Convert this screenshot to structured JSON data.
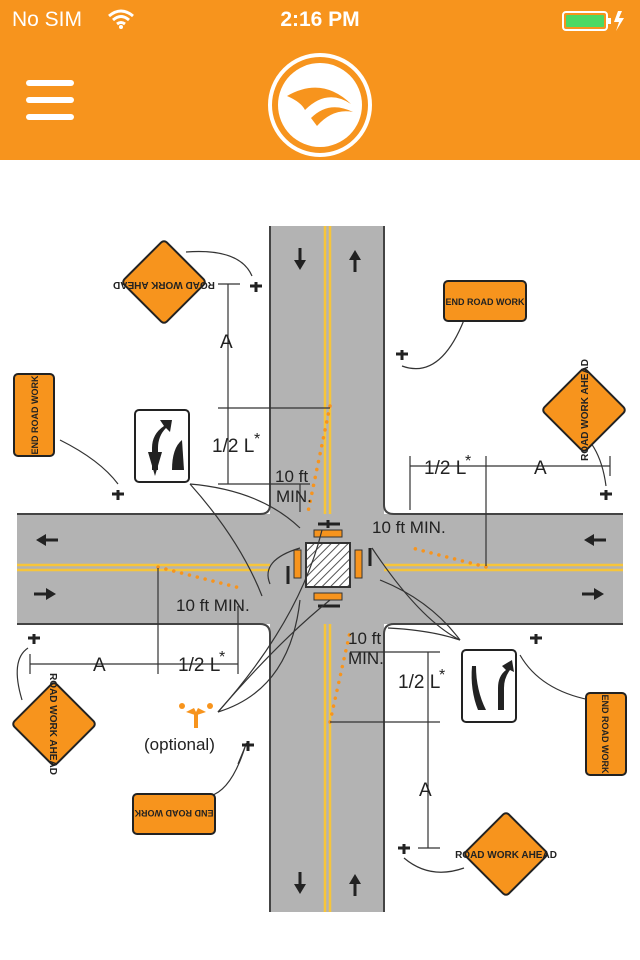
{
  "status_bar": {
    "carrier": "No SIM",
    "time": "2:16 PM",
    "wifi_icon": "wifi-icon",
    "battery_icon": "battery-icon",
    "battery_color": "#4cd964"
  },
  "nav": {
    "menu_icon": "hamburger-menu-icon",
    "logo_icon": "ontario-logo-icon",
    "color": "#f7941d"
  },
  "diagram": {
    "signs": {
      "road_work_ahead": "ROAD WORK AHEAD",
      "end_road_work": "END ROAD WORK",
      "lane_shift_left_icon": "lane-shift-left-sign-icon",
      "lane_shift_right_icon": "lane-shift-right-sign-icon",
      "flagger_icon": "flagger-icon"
    },
    "labels": {
      "a": "A",
      "half_l": "1/2 L",
      "asterisk": "*",
      "ten_ft": "10 ft",
      "min": "MIN.",
      "ten_ft_min": "10 ft MIN.",
      "optional": "(optional)"
    },
    "colors": {
      "sign_orange": "#f7941d",
      "road_gray": "#b3b3b3",
      "center_line": "#f7c53a",
      "taper_dots": "#f7941d"
    }
  }
}
